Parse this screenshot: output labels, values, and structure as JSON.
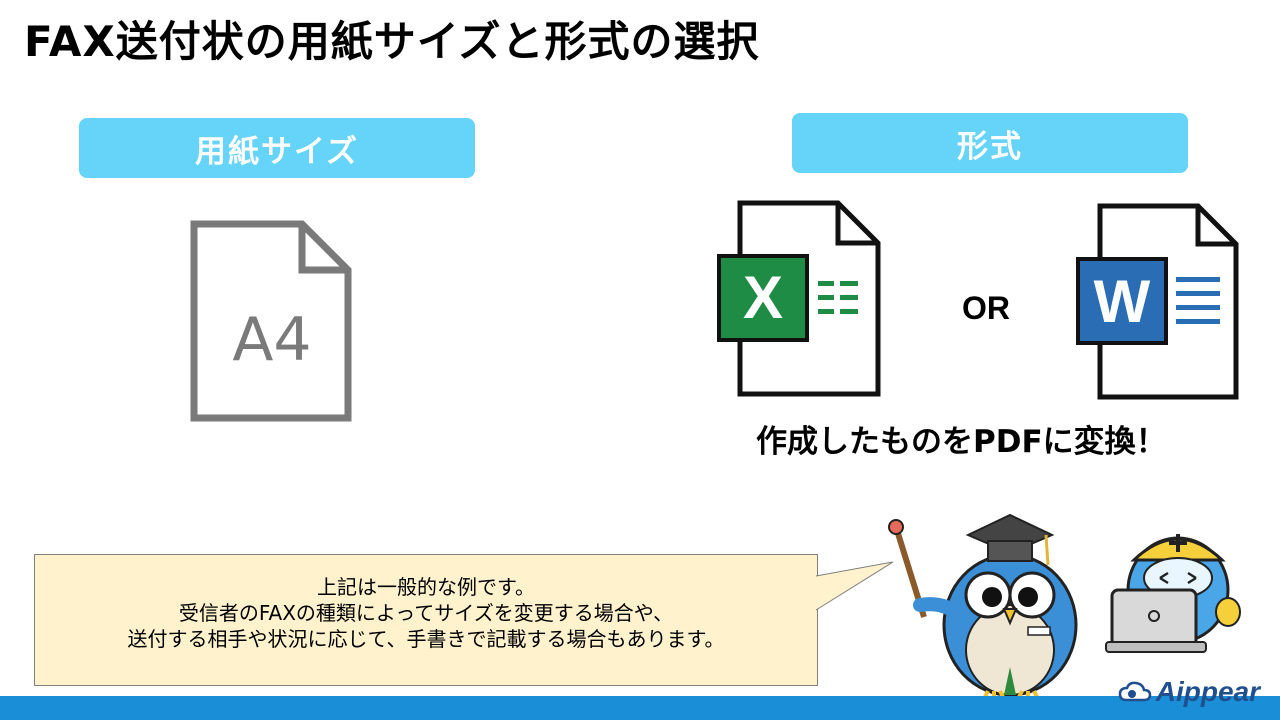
{
  "title": "FAX送付状の用紙サイズと形式の選択",
  "labels": {
    "paper_size": "用紙サイズ",
    "format": "形式"
  },
  "paper_icon_text": "A4",
  "excel_icon_letter": "X",
  "word_icon_letter": "W",
  "or_text": "OR",
  "convert_text": "作成したものをPDFに変換！",
  "note": {
    "line1": "上記は一般的な例です。",
    "line2": "受信者のFAXの種類によってサイズを変更する場合や、",
    "line3": "送付する相手や状況に応じて、手書きで記載する場合もあります。"
  },
  "logo": "Aippear",
  "colors": {
    "pill": "#66d3f9",
    "excel": "#1e8c45",
    "word": "#2b6db5",
    "note_bg": "#fff2cc",
    "bar": "#1a8fd8"
  }
}
